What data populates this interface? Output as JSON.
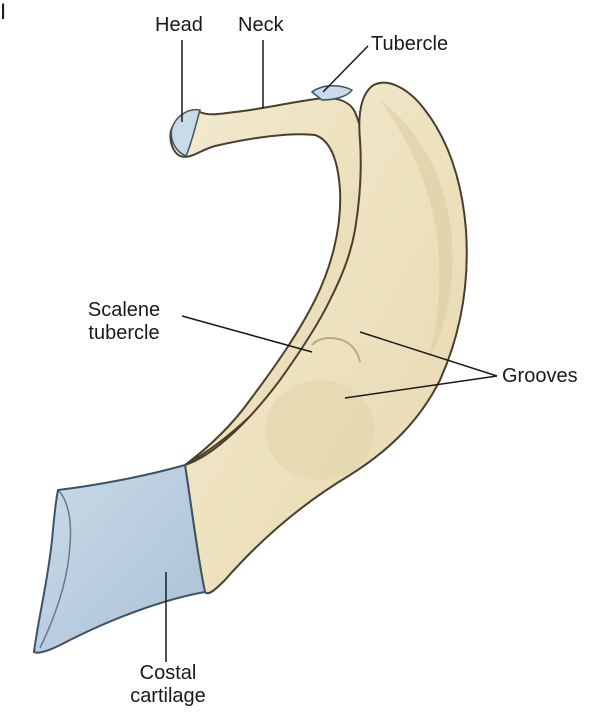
{
  "figure": {
    "panel_letter": "I",
    "labels": {
      "head": "Head",
      "neck": "Neck",
      "tubercle": "Tubercle",
      "scalene_tubercle_line1": "Scalene",
      "scalene_tubercle_line2": "tubercle",
      "grooves": "Grooves",
      "costal_cartilage_line1": "Costal",
      "costal_cartilage_line2": "cartilage"
    }
  },
  "colors": {
    "bone": "#ede2bf",
    "bone_shade": "#d9cc9f",
    "bone_outline": "#4a3f2c",
    "cartilage": "#b8cee0",
    "cartilage_outline": "#3f5366",
    "leader_line": "#1a1a1a"
  }
}
